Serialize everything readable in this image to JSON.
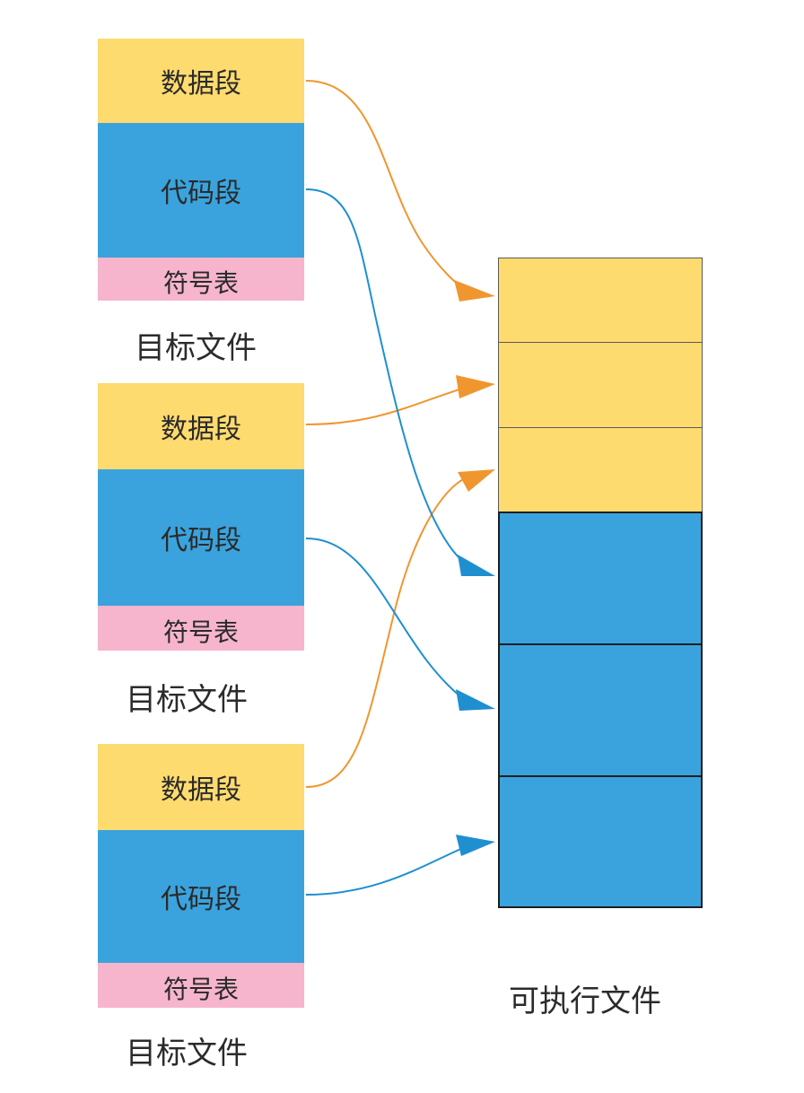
{
  "object_files": [
    {
      "data_label": "数据段",
      "code_label": "代码段",
      "symbol_label": "符号表",
      "caption": "目标文件"
    },
    {
      "data_label": "数据段",
      "code_label": "代码段",
      "symbol_label": "符号表",
      "caption": "目标文件"
    },
    {
      "data_label": "数据段",
      "code_label": "代码段",
      "symbol_label": "符号表",
      "caption": "目标文件"
    }
  ],
  "executable": {
    "caption": "可执行文件",
    "data_slots": 3,
    "code_slots": 3
  },
  "colors": {
    "data": "#fedb6f",
    "code": "#3aa3dd",
    "symbol": "#f6b5cc",
    "data_arrow": "#f0962f",
    "code_arrow": "#1f8fd0"
  }
}
